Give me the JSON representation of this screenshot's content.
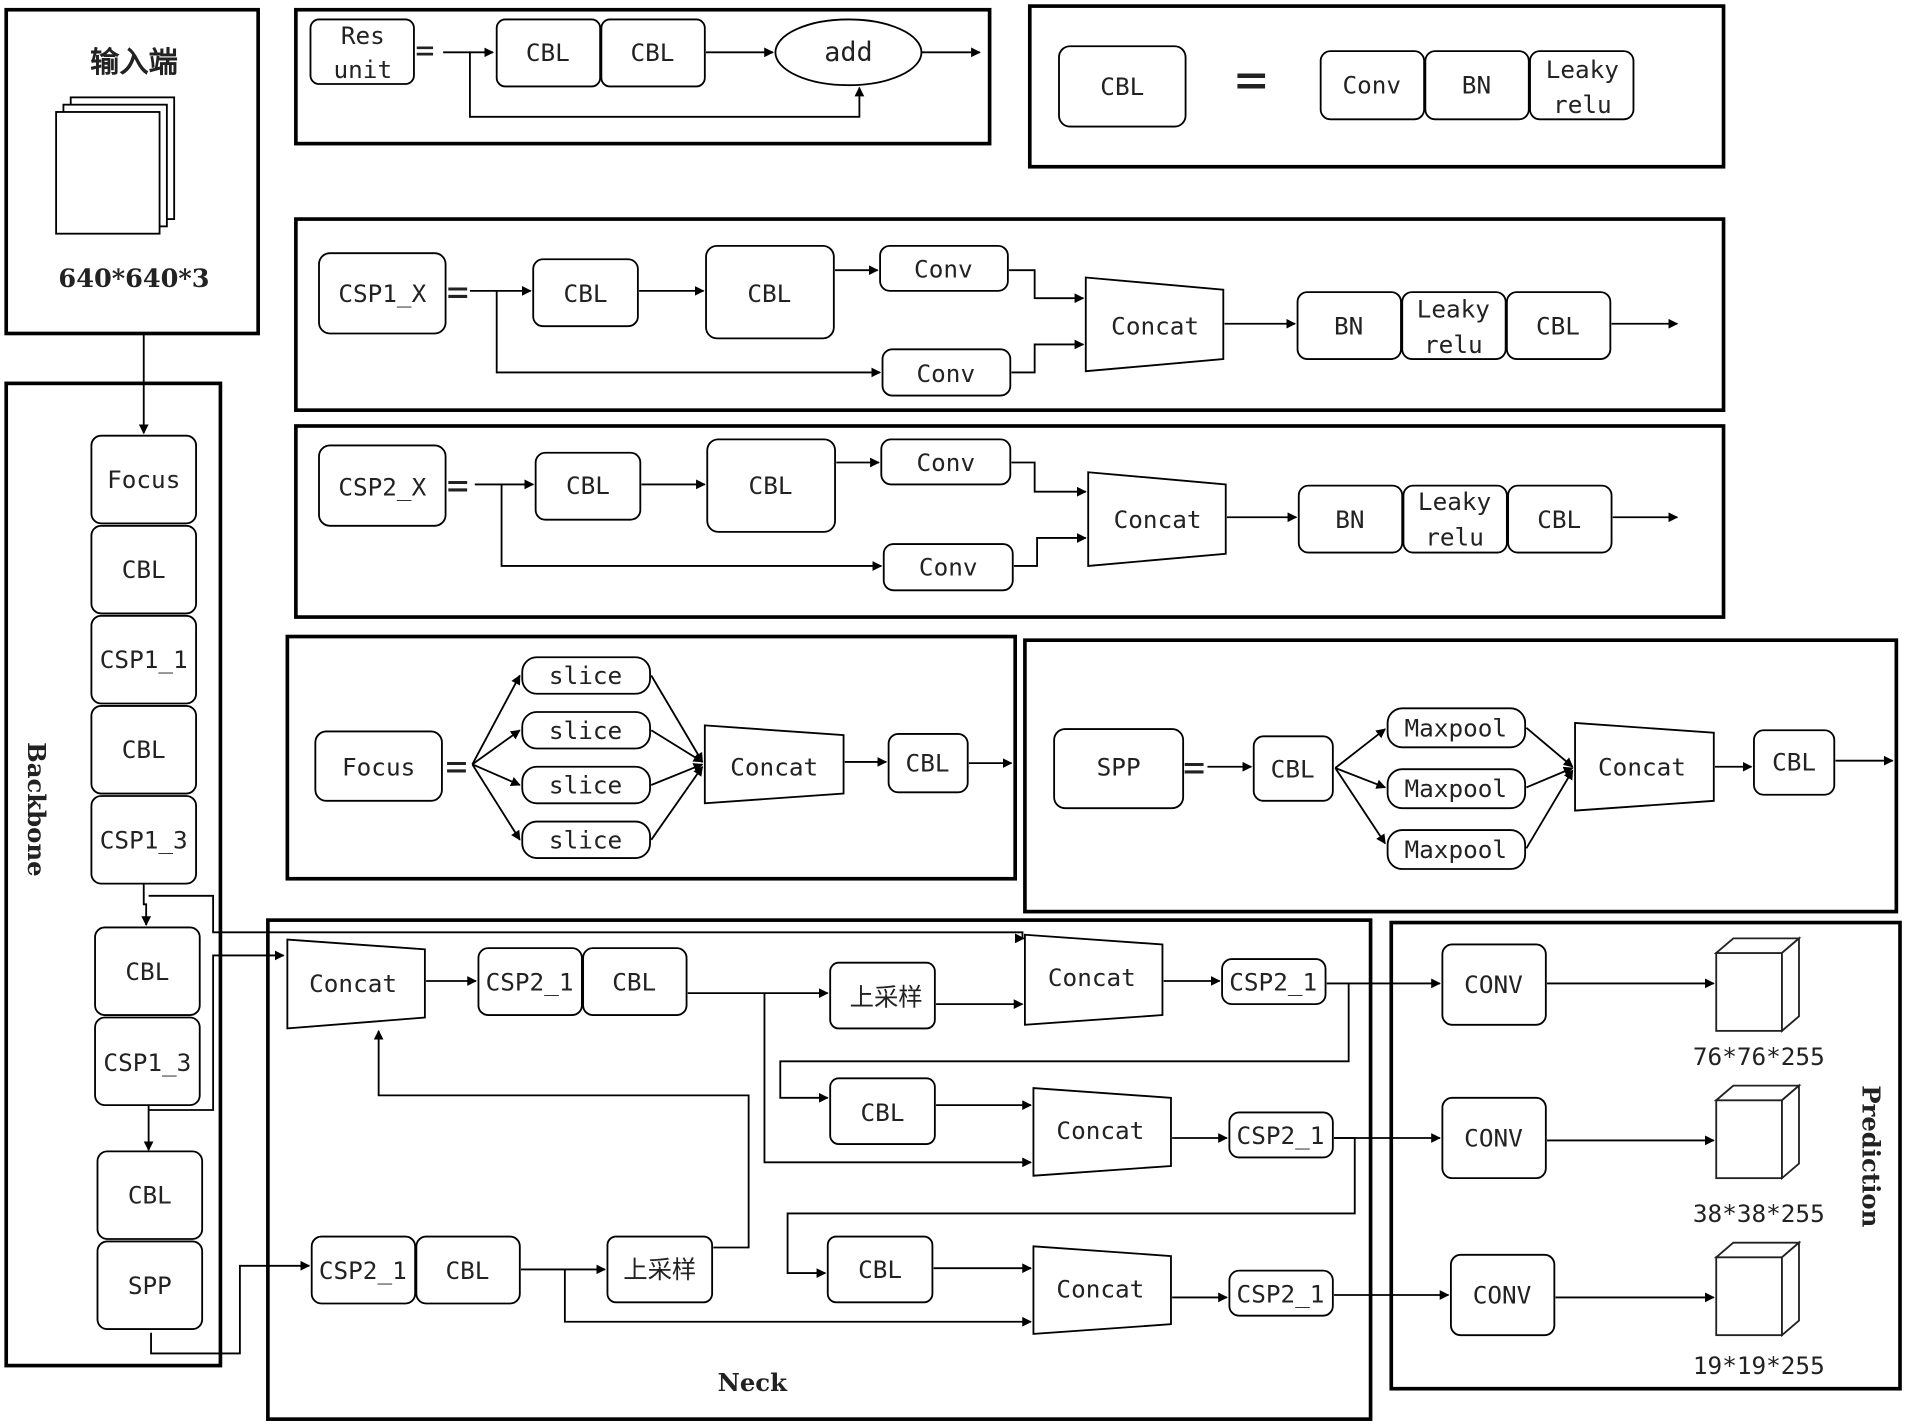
{
  "input": {
    "title": "输入端",
    "size": "640*640*3"
  },
  "backbone": {
    "label": "Backbone",
    "blocks": [
      "Focus",
      "CBL",
      "CSP1_1",
      "CBL",
      "CSP1_3",
      "CBL",
      "CSP1_3",
      "CBL",
      "SPP"
    ]
  },
  "res_unit": {
    "name_line1": "Res",
    "name_line2": "unit",
    "equals": "=",
    "cbl1": "CBL",
    "cbl2": "CBL",
    "add": "add"
  },
  "cbl_def": {
    "name": "CBL",
    "equals": "=",
    "conv": "Conv",
    "bn": "BN",
    "leaky_line1": "Leaky",
    "leaky_line2": "relu"
  },
  "csp1": {
    "name": "CSP1_X",
    "equals": "=",
    "cbl1": "CBL",
    "cbl2": "CBL",
    "conv_top": "Conv",
    "conv_bottom": "Conv",
    "concat": "Concat",
    "bn": "BN",
    "leaky_line1": "Leaky",
    "leaky_line2": "relu",
    "cbl_out": "CBL"
  },
  "csp2": {
    "name": "CSP2_X",
    "equals": "=",
    "cbl1": "CBL",
    "cbl2": "CBL",
    "conv_top": "Conv",
    "conv_bottom": "Conv",
    "concat": "Concat",
    "bn": "BN",
    "leaky_line1": "Leaky",
    "leaky_line2": "relu",
    "cbl_out": "CBL"
  },
  "focus_def": {
    "name": "Focus",
    "equals": "=",
    "slices": [
      "slice",
      "slice",
      "slice",
      "slice"
    ],
    "concat": "Concat",
    "cbl": "CBL"
  },
  "spp_def": {
    "name": "SPP",
    "equals": "=",
    "cbl_in": "CBL",
    "maxpools": [
      "Maxpool",
      "Maxpool",
      "Maxpool"
    ],
    "concat": "Concat",
    "cbl_out": "CBL"
  },
  "neck": {
    "label": "Neck",
    "concat_top": "Concat",
    "csp_top": "CSP2_1",
    "cbl_top": "CBL",
    "upsample_top": "上采样",
    "concat_r1": "Concat",
    "csp_r1": "CSP2_1",
    "cbl_r2": "CBL",
    "concat_r2": "Concat",
    "csp_r2": "CSP2_1",
    "csp_bottom": "CSP2_1",
    "cbl_bottom": "CBL",
    "upsample_bottom": "上采样",
    "cbl_r3": "CBL",
    "concat_r3": "Concat",
    "csp_r3": "CSP2_1"
  },
  "prediction": {
    "label": "Prediction",
    "convs": [
      "CONV",
      "CONV",
      "CONV"
    ],
    "outputs": [
      "76*76*255",
      "38*38*255",
      "19*19*255"
    ]
  }
}
